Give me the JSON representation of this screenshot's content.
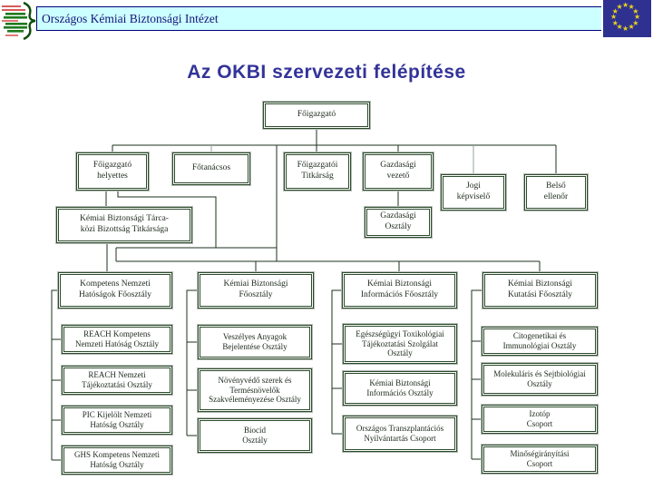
{
  "header": {
    "institute_name": "Országos Kémiai Biztonsági Intézet"
  },
  "title": "Az OKBI szervezeti felépítése",
  "eu_flag": {
    "stars": 12
  },
  "colors": {
    "header_bg": "#ccffff",
    "header_border": "#00007b",
    "header_text": "#14147a",
    "title_text": "#333399",
    "box_border": "#2c4a2c",
    "box_outline": "#b4bcb4",
    "connector": "#1c321c",
    "flag_blue": "#2f3190",
    "flag_star": "#e6d21f",
    "logo_green": "#1e7a1e",
    "logo_red": "#cc2222"
  },
  "org": {
    "director": "Főigazgató",
    "deputy_director": "Főigazgató\nhelyettes",
    "chief_counselor": "Főtanácsos",
    "director_secretariat": "Főigazgatói\nTitkárság",
    "economic_head": "Gazdasági\nvezető",
    "legal_representative": "Jogi\nképviselő",
    "internal_auditor": "Belső\nellenőr",
    "interministerial_secretariat": "Kémiai Biztonsági Tárca-\nközi Bizottság Titkársága",
    "economic_department": "Gazdasági\nOsztály",
    "departments": [
      {
        "label": "Kompetens Nemzeti\nHatóságok Főosztály",
        "children": [
          "REACH Kompetens\nNemzeti Hatóság Osztály",
          "REACH Nemzeti\nTájékoztatási Osztály",
          "PIC Kijelölt Nemzeti\nHatóság Osztály",
          "GHS Kompetens Nemzeti\nHatóság Osztály"
        ]
      },
      {
        "label": "Kémiai Biztonsági\nFőosztály",
        "children": [
          "Veszélyes Anyagok\nBejelentése Osztály",
          "Növényvédő szerek és\nTermésnövelők\nSzakvéleményezése Osztály",
          "Biocid\nOsztály"
        ]
      },
      {
        "label": "Kémiai Biztonsági\nInformációs Főosztály",
        "children": [
          "Egészségügyi Toxikológiai\nTájékoztatási Szolgálat\nOsztály",
          "Kémiai Biztonsági\nInformációs Osztály",
          "Országos Transzplantációs\nNyilvántartás Csoport"
        ]
      },
      {
        "label": "Kémiai Biztonsági\nKutatási Főosztály",
        "children": [
          "Citogenetikai és\nImmunológiai Osztály",
          "Molekuláris és Sejtbiológiai\nOsztály",
          "Izotóp\nCsoport",
          "Minőségirányítási\nCsoport"
        ]
      }
    ]
  }
}
